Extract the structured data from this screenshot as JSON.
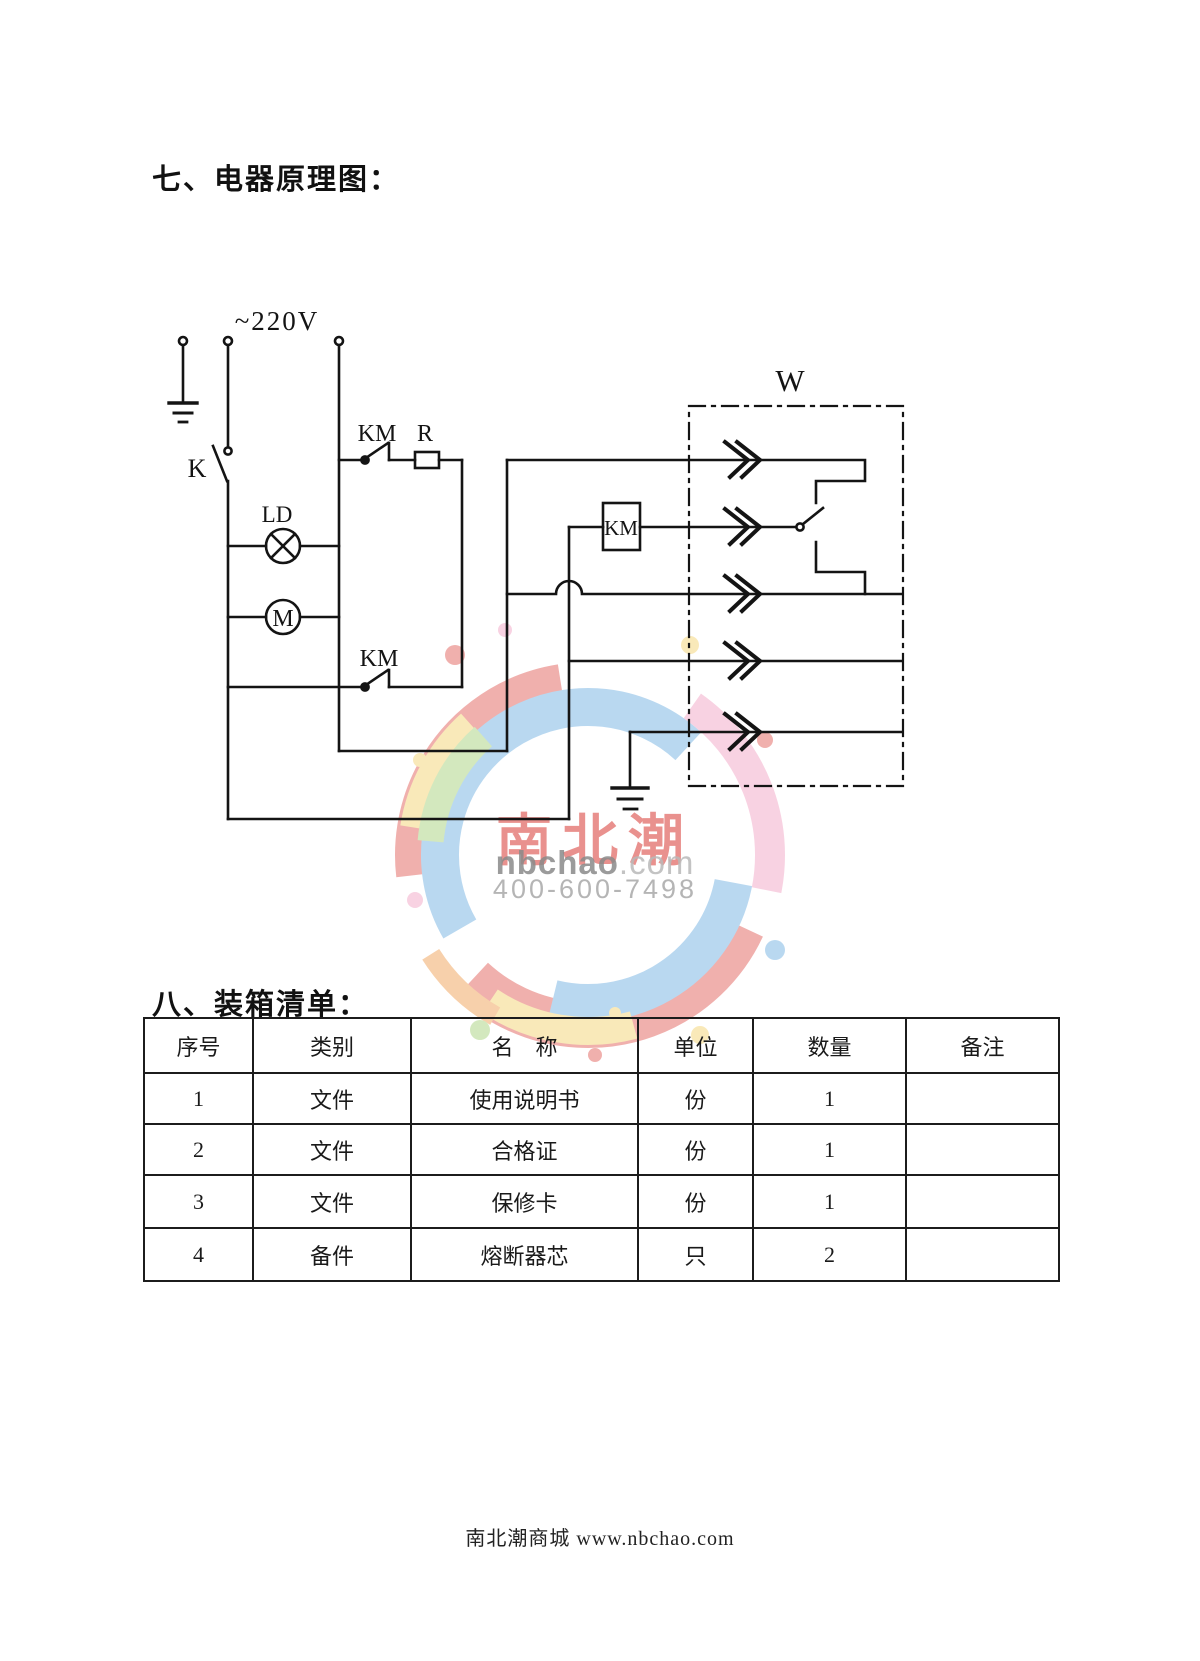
{
  "page": {
    "section7_heading": "七、电器原理图：",
    "section8_heading": "八、装箱清单：",
    "footer": "南北潮商城  www.nbchao.com"
  },
  "schematic": {
    "labels": {
      "voltage": "~220V",
      "switch_k": "K",
      "lamp_ld": "LD",
      "motor_m": "M",
      "km_contact_top": "KM",
      "resistor_r": "R",
      "km_contact_bottom": "KM",
      "km_coil": "KM",
      "heater_block_w": "W"
    }
  },
  "watermark": {
    "brand": "南北潮",
    "domain_bold": "nbchao",
    "domain_suffix": ".com",
    "phone": "400-600-7498"
  },
  "packing_table": {
    "headers": [
      "序号",
      "类别",
      "名　称",
      "单位",
      "数量",
      "备注"
    ],
    "rows": [
      [
        "1",
        "文件",
        "使用说明书",
        "份",
        "1",
        ""
      ],
      [
        "2",
        "文件",
        "合格证",
        "份",
        "1",
        ""
      ],
      [
        "3",
        "文件",
        "保修卡",
        "份",
        "1",
        ""
      ],
      [
        "4",
        "备件",
        "熔断器芯",
        "只",
        "2",
        ""
      ]
    ]
  }
}
